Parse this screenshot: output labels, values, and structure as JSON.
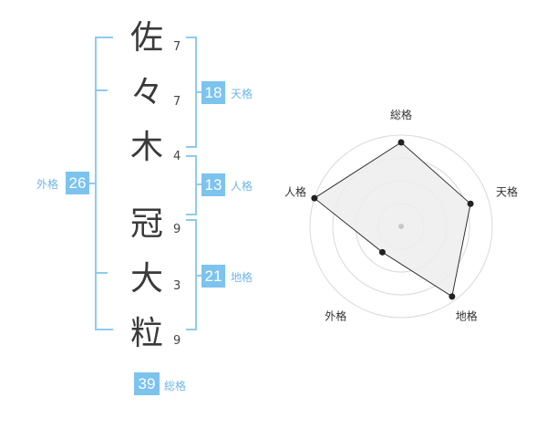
{
  "name": {
    "characters": [
      "佐",
      "々",
      "木",
      "冠",
      "大",
      "粒"
    ],
    "strokes": [
      "7",
      "7",
      "4",
      "9",
      "3",
      "9"
    ]
  },
  "fortunes": {
    "tenkaku": {
      "label": "天格",
      "value": "18"
    },
    "jinkaku": {
      "label": "人格",
      "value": "13"
    },
    "chikaku": {
      "label": "地格",
      "value": "21"
    },
    "gaikaku": {
      "label": "外格",
      "value": "26"
    },
    "soukaku": {
      "label": "総格",
      "value": "39"
    }
  },
  "chart_data": {
    "type": "radar",
    "axes": [
      "総格",
      "天格",
      "地格",
      "外格",
      "人格"
    ],
    "values": [
      0.92,
      0.8,
      0.95,
      0.35,
      1.0
    ],
    "max": 1.0,
    "rings": 4
  }
}
